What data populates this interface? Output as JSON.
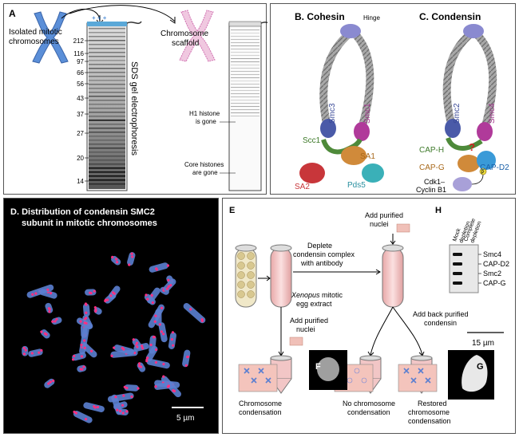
{
  "panelA": {
    "letter": "A",
    "isolated_label_1": "Isolated mitotic",
    "isolated_label_2": "chromosomes",
    "scaffold_label_1": "Chromosome",
    "scaffold_label_2": "scaffold",
    "gel_title": "SDS gel electrophoresis",
    "markers": [
      "212",
      "116",
      "97",
      "66",
      "56",
      "43",
      "37",
      "27",
      "20",
      "14"
    ],
    "h1_label_1": "H1 histone",
    "h1_label_2": "is gone",
    "core_label_1": "Core histones",
    "core_label_2": "are gone",
    "plus_sign": "+  +  +"
  },
  "panelB": {
    "letter": "B.",
    "title": "Cohesin",
    "hinge": "Hinge",
    "smc3": "Smc3",
    "smc1": "Smc1",
    "scc1": "Scc1",
    "sa1": "SA1",
    "sa2": "SA2",
    "pds5": "Pds5"
  },
  "panelC": {
    "letter": "C.",
    "title": "Condensin",
    "smc2": "Smc2",
    "smc4": "Smc4",
    "caph": "CAP-H",
    "capg": "CAP-G",
    "capd2": "CAP-D2",
    "question": "?",
    "cdk1_1": "Cdk1–",
    "cdk1_2": "Cyclin B1",
    "p": "P"
  },
  "panelD": {
    "letter": "D.",
    "title_1": "Distribution of condensin SMC2",
    "title_2": "subunit in mitotic chromosomes",
    "scale": "5 µm"
  },
  "panelE": {
    "letter": "E",
    "add_nuclei_top_1": "Add purified",
    "add_nuclei_top_2": "nuclei",
    "deplete_1": "Deplete",
    "deplete_2": "condensin complex",
    "deplete_3": "with antibody",
    "extract_1": "Xenopus",
    "extract_1b": " mitotic",
    "extract_2": "egg extract",
    "add_nuclei_left_1": "Add purified",
    "add_nuclei_left_2": "nuclei",
    "add_back_1": "Add back purified",
    "add_back_2": "condensin",
    "scale": "15 µm",
    "result_1": "Chromosome",
    "result_1b": "condensation",
    "result_2": "No chromosome",
    "result_2b": "condensation",
    "result_3": "Restored",
    "result_3b": "chromosome",
    "result_3c": "condensation",
    "f": "F",
    "g": "G"
  },
  "panelH": {
    "letter": "H",
    "lane1_1": "Mock",
    "lane1_2": "depletion",
    "lane2_1": "Complete",
    "lane2_2": "depletion",
    "bands": [
      "Smc4",
      "CAP-D2",
      "Smc2",
      "CAP-G"
    ]
  },
  "colors": {
    "smc_gray": "#9a9a9a",
    "hinge_purple": "#8080c8",
    "smc3_blue": "#4a5aa8",
    "smc1_magenta": "#b03a9a",
    "scc1_green": "#4e8a3a",
    "sa1_orange": "#d08a3a",
    "sa2_red": "#c8363a",
    "pds5_teal": "#3ab0b8",
    "tube_pink": "#f2c6c6",
    "chromosome_blue": "#5b7fd0"
  }
}
